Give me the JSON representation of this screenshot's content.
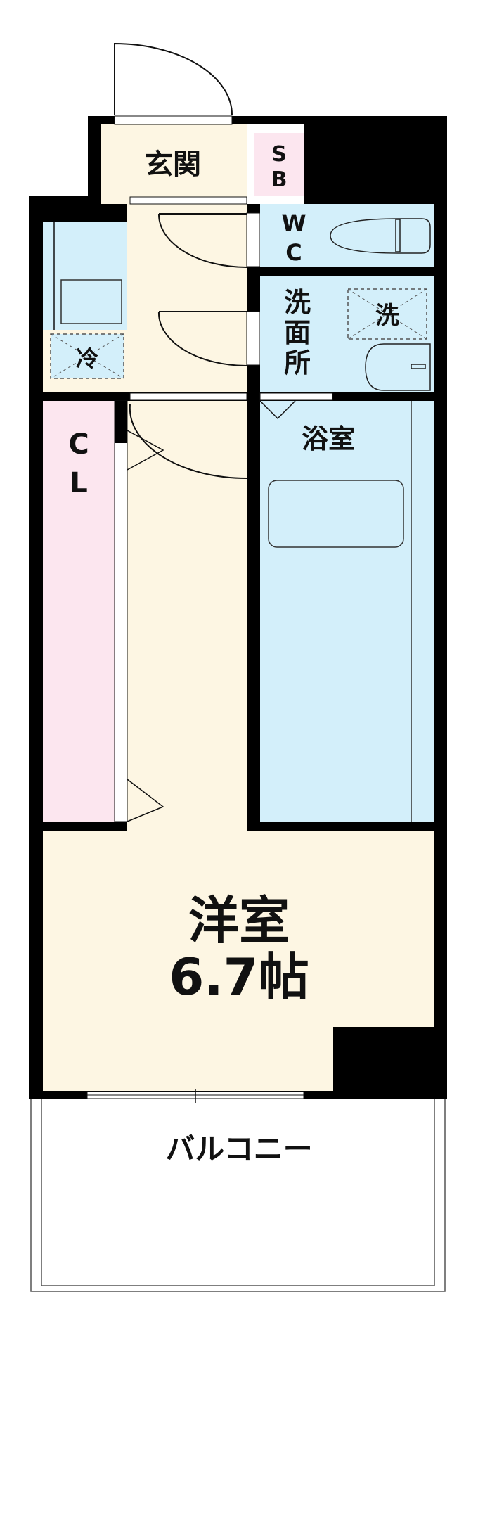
{
  "floorplan": {
    "rooms": {
      "entrance": "玄関",
      "shoe_box_s": "S",
      "shoe_box_b": "B",
      "wc_w": "W",
      "wc_c": "C",
      "kitchen_fridge": "冷",
      "washroom_1": "洗",
      "washroom_2": "面",
      "washroom_3": "所",
      "washer": "洗",
      "bathroom": "浴室",
      "closet_c": "C",
      "closet_l": "L",
      "western_room": "洋室",
      "western_room_size": "6.7帖",
      "balcony": "バルコニー"
    },
    "colors": {
      "wall": "#000000",
      "floor": "#fdf6e3",
      "water": "#d3effa",
      "storage": "#fce6ef"
    }
  }
}
